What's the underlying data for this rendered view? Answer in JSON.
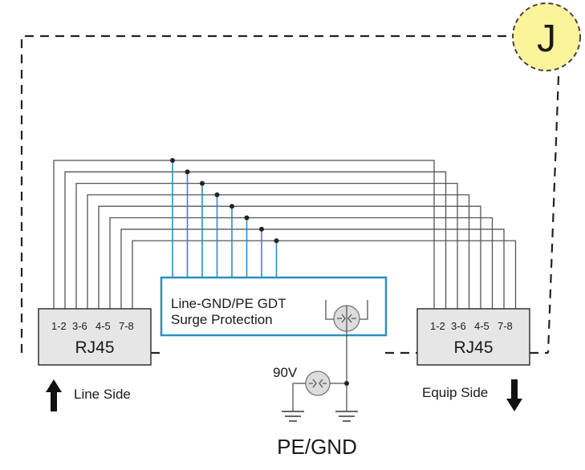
{
  "badge": {
    "letter": "J",
    "color": "#fbf49a"
  },
  "left_port": {
    "pins": [
      "1-2",
      "3-6",
      "4-5",
      "7-8"
    ],
    "name": "RJ45",
    "side_label": "Line Side"
  },
  "right_port": {
    "pins": [
      "1-2",
      "3-6",
      "4-5",
      "7-8"
    ],
    "name": "RJ45",
    "side_label": "Equip Side"
  },
  "protection_box": {
    "line1": "Line-GND/PE GDT",
    "line2": "Surge Protection"
  },
  "gdt_voltage": "90V",
  "ground_label": "PE/GND",
  "colors": {
    "wire": "#555555",
    "tap": "#2a8fc3",
    "box_border": "#2a8fc3",
    "port_fill": "#e6e6e6",
    "boundary": "#222222"
  }
}
